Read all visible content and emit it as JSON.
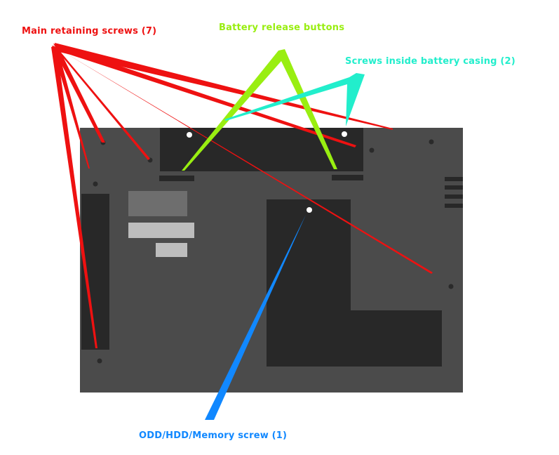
{
  "labels": {
    "main_screws": "Main retaining screws (7)",
    "battery_release": "Battery release buttons",
    "battery_screws": "Screws inside battery casing (2)",
    "odd_hdd_memory": "ODD/HDD/Memory screw (1)"
  },
  "colors": {
    "main_screws": "#ee1111",
    "battery_release": "#99ee11",
    "battery_screws": "#22eecc",
    "odd_hdd_memory": "#1188ff",
    "laptop_body": "#4b4b4b",
    "laptop_recess": "#282828",
    "screw_dark": "#2a2a2a",
    "screw_marked": "#ffffff",
    "sticker_dark": "#6e6e6e",
    "sticker_light": "#bdbdbd"
  }
}
